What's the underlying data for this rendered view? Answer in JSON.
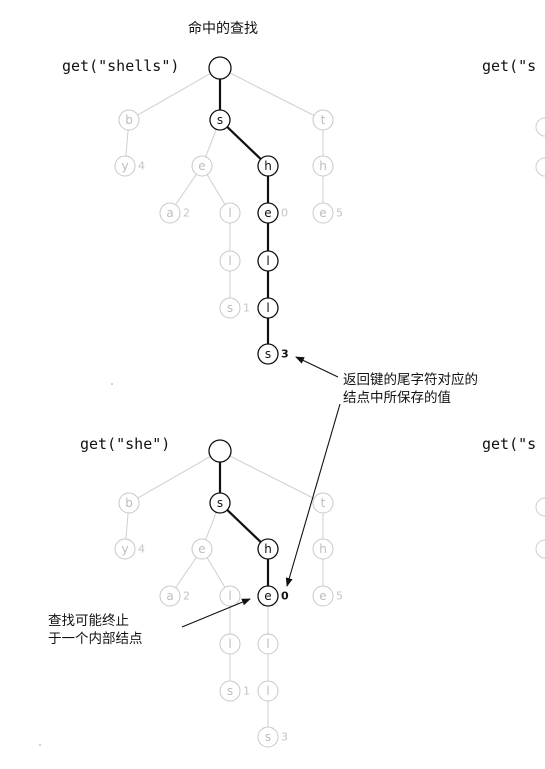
{
  "title": "命中的查找",
  "panels": [
    {
      "id": "top",
      "call_label": "get(\"shells\")",
      "cut_label": "get(\"s",
      "found_value": "3"
    },
    {
      "id": "bottom",
      "call_label": "get(\"she\")",
      "cut_label": "get(\"s",
      "found_value": "0"
    }
  ],
  "trie": {
    "faint_values": {
      "y": "4",
      "a": "2",
      "s_sells": "1",
      "e_she_top": "0",
      "e_sea": "5",
      "s_shells_bottom": "3"
    }
  },
  "annotations": {
    "return_value_line1": "返回键的尾字符对应的",
    "return_value_line2": "结点中所保存的值",
    "internal_node_line1": "查找可能终止",
    "internal_node_line2": "于一个内部结点"
  },
  "colors": {
    "active": "#111111",
    "inactive": "#c4c4c4",
    "inactive_line": "#cfcfcf"
  }
}
